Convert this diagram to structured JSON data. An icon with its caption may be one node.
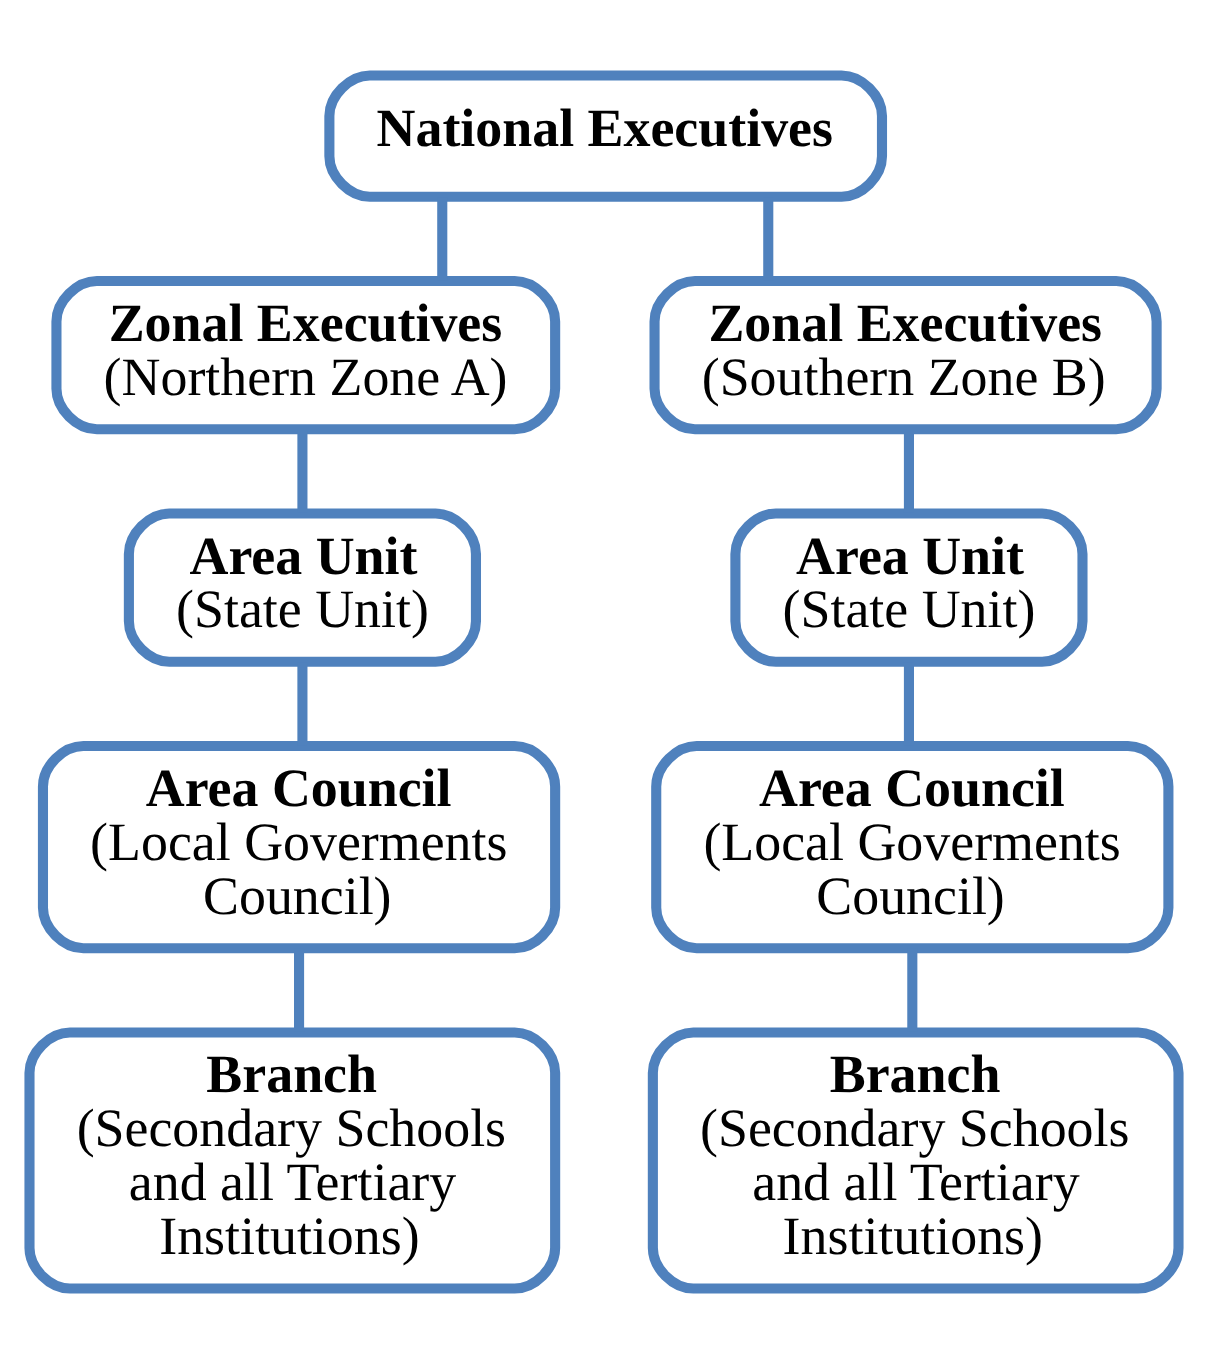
{
  "diagram": {
    "nodes": [
      {
        "text": [
          "National Executives"
        ]
      },
      {
        "text": [
          "Zonal Executives",
          "(Northern Zone A)"
        ]
      },
      {
        "text": [
          "Zonal Executives",
          "(Southern Zone B)"
        ]
      },
      {
        "text": [
          "Area Unit",
          "(State Unit)"
        ]
      },
      {
        "text": [
          "Area Unit",
          "(State Unit)"
        ]
      },
      {
        "text": [
          "Area Council",
          "(Local Goverments Council)"
        ]
      },
      {
        "text": [
          "Area Council",
          "(Local Goverments Council)"
        ]
      },
      {
        "text": [
          "Branch",
          "(Secondary Schools and all Tertiary Institutions)"
        ]
      },
      {
        "text": [
          "Branch",
          "(Secondary Schools and all Tertiary Institutions)"
        ]
      }
    ],
    "edges": [
      {
        "from": 0,
        "to": 1,
        "arrow": "none"
      },
      {
        "from": 0,
        "to": 2,
        "arrow": "none"
      },
      {
        "from": 1,
        "to": 3,
        "arrow": "none"
      },
      {
        "from": 2,
        "to": 4,
        "arrow": "none"
      },
      {
        "from": 3,
        "to": 5,
        "arrow": "none"
      },
      {
        "from": 4,
        "to": 6,
        "arrow": "none"
      },
      {
        "from": 5,
        "to": 7,
        "arrow": "none"
      },
      {
        "from": 6,
        "to": 8,
        "arrow": "none"
      }
    ]
  }
}
